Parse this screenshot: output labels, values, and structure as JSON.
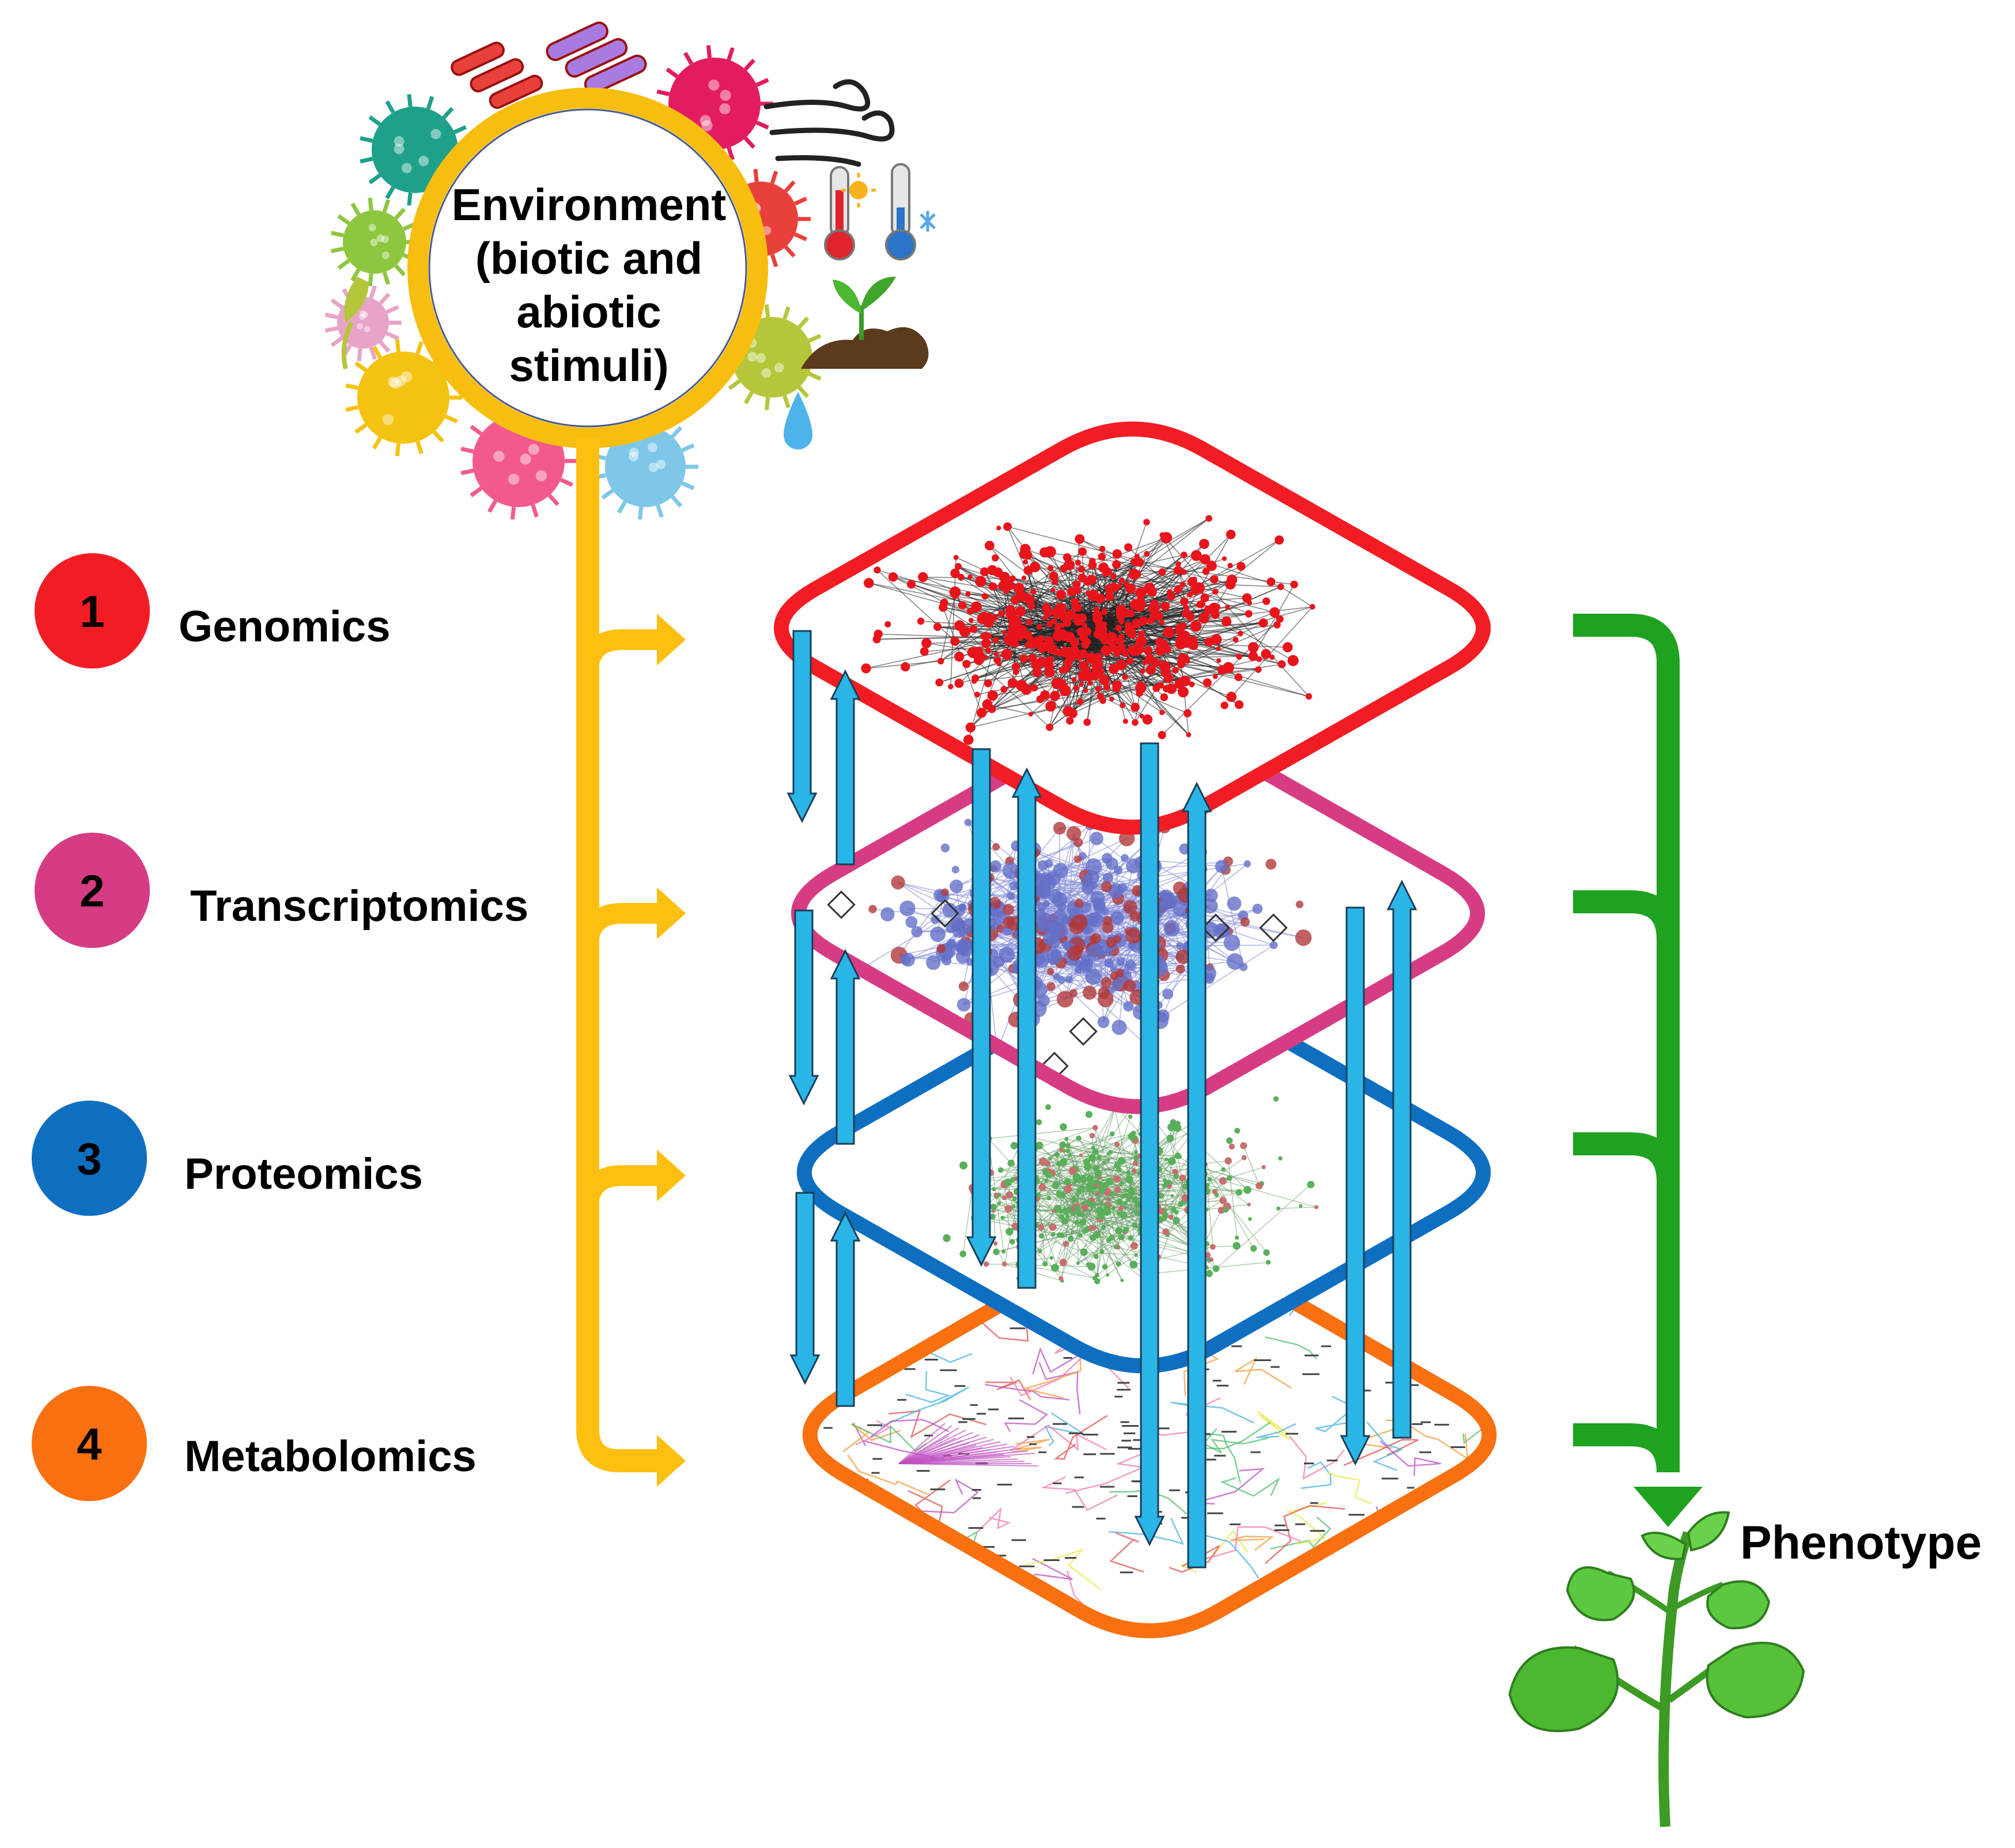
{
  "environment": {
    "lines": [
      "Environment",
      "(biotic and",
      "abiotic",
      "stimuli)"
    ],
    "ring_color": "#F7BE10",
    "microbe_colors": [
      "#E8413C",
      "#A97BE0",
      "#E31B60",
      "#1FA08A",
      "#8DC63F",
      "#E8A4C8",
      "#F4C211",
      "#F25A8A",
      "#7FC7E8",
      "#B5C63A"
    ],
    "icons": [
      "bacteria-icon",
      "virus-icon",
      "wind-icon",
      "hot-thermometer-icon",
      "cold-thermometer-icon",
      "seedling-soil-icon",
      "water-drop-icon"
    ]
  },
  "omics": [
    {
      "number": "1",
      "label": "Genomics",
      "color": "#F21D24"
    },
    {
      "number": "2",
      "label": "Transcriptomics",
      "color": "#D63C84"
    },
    {
      "number": "3",
      "label": "Proteomics",
      "color": "#0E6FC1"
    },
    {
      "number": "4",
      "label": "Metabolomics",
      "color": "#F87010"
    }
  ],
  "layer_networks": [
    {
      "name": "genomics-network",
      "node_color": "#E8141C",
      "edge_color": "#222222"
    },
    {
      "name": "transcriptomics-network",
      "node_color": "#6470C8",
      "alt_node_color": "#B23A3A",
      "edge_color": "#8C93D8"
    },
    {
      "name": "proteomics-network",
      "node_color": "#5AAF5A",
      "alt_node_color": "#C77070",
      "edge_color": "#6A9C6A"
    },
    {
      "name": "metabolomics-pathways",
      "node_color": "#F39C3A",
      "edge_color": "#C050C0"
    }
  ],
  "flow_arrow_color": "#29B6E6",
  "input_arrow_color": "#FDBF10",
  "phenotype": {
    "label": "Phenotype",
    "bracket_color": "#1FA21F",
    "plant_color": "#4CB830"
  }
}
